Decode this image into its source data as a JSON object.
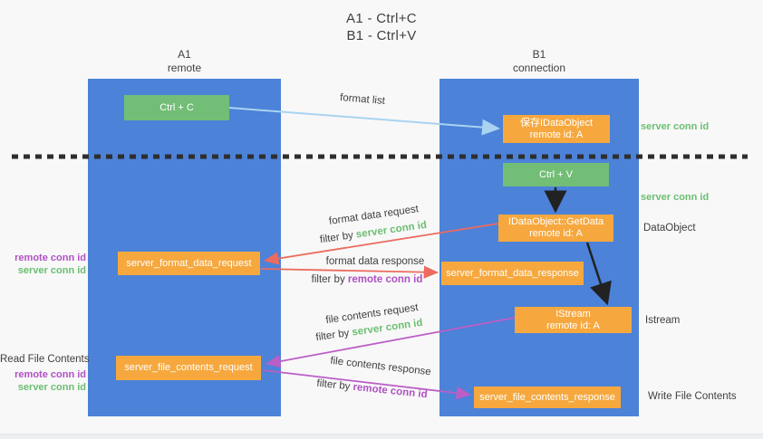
{
  "title": {
    "line1": "A1 - Ctrl+C",
    "line2": "B1 - Ctrl+V"
  },
  "columns": {
    "a1": {
      "name": "A1",
      "subtitle": "remote"
    },
    "b1": {
      "name": "B1",
      "subtitle": "connection"
    }
  },
  "boxes": {
    "ctrl_c": "Ctrl + C",
    "ctrl_v": "Ctrl + V",
    "save_dataobject": {
      "line1": "保存IDataObject",
      "line2": "remote id: A"
    },
    "getdata": {
      "line1": "IDataObject::GetData",
      "line2": "remote id: A"
    },
    "istream": {
      "line1": "IStream",
      "line2": "remote id: A"
    },
    "format_request": "server_format_data_request",
    "format_response": "server_format_data_response",
    "file_request": "server_file_contents_request",
    "file_response": "server_file_contents_response"
  },
  "labels": {
    "format_list": "format list",
    "format_data_request": "format data request",
    "format_data_response": "format data response",
    "file_contents_request": "file contents request",
    "file_contents_response": "file contents response",
    "filter_by": "filter by",
    "server_conn_id": "server conn id",
    "remote_conn_id": "remote conn id",
    "dataobject": "DataObject",
    "istream": "Istream",
    "read_file_contents": "Read File Contents",
    "write_file_contents": "Write File Contents"
  },
  "colors": {
    "background": "#F8F8F8",
    "column_blue": "#4C82D8",
    "box_green": "#72BE76",
    "box_orange": "#F6A83E",
    "arrow_red": "#EC6A5E",
    "arrow_lightblue": "#A9D3F1",
    "arrow_purple": "#BC5EC6",
    "text_green": "#6CBE72",
    "text_purple": "#AE51C3",
    "text_dark": "#3F3F3F",
    "divider_black": "#2E2E2E"
  }
}
